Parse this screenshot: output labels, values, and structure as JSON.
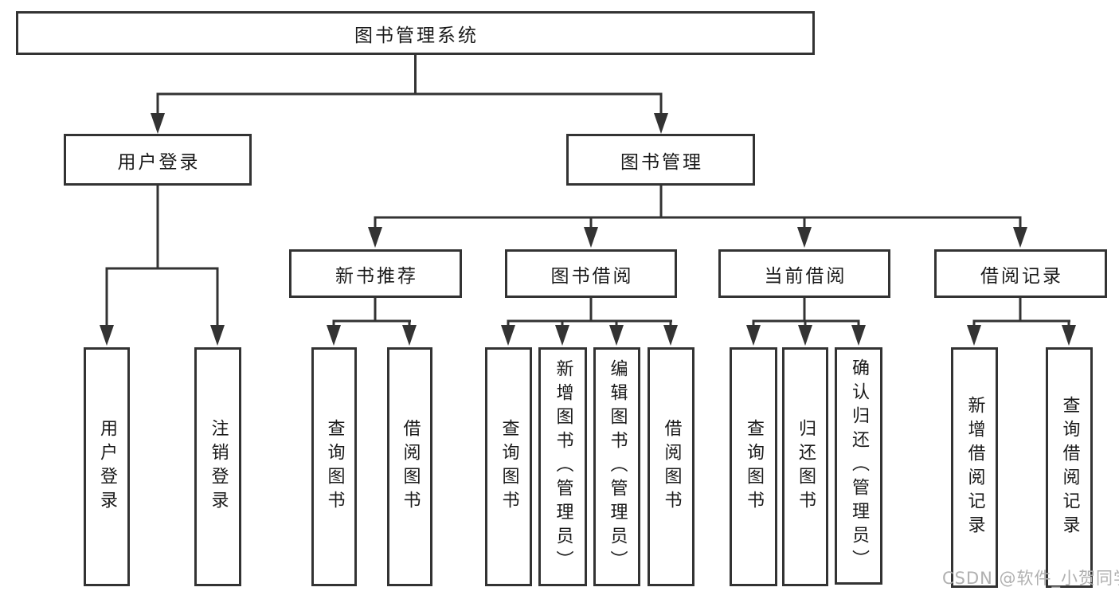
{
  "diagram": {
    "type": "hierarchy-tree",
    "tree": {
      "root": {
        "label": "图书管理系统"
      },
      "children": [
        {
          "label": "用户登录",
          "children": [
            {
              "label": "用户登录"
            },
            {
              "label": "注销登录"
            }
          ]
        },
        {
          "label": "图书管理",
          "children": [
            {
              "label": "新书推荐",
              "children": [
                {
                  "label": "查询图书"
                },
                {
                  "label": "借阅图书"
                }
              ]
            },
            {
              "label": "图书借阅",
              "children": [
                {
                  "label": "查询图书"
                },
                {
                  "label": "新增图书（管理员）"
                },
                {
                  "label": "编辑图书（管理员）"
                },
                {
                  "label": "借阅图书"
                }
              ]
            },
            {
              "label": "当前借阅",
              "children": [
                {
                  "label": "查询图书"
                },
                {
                  "label": "归还图书"
                },
                {
                  "label": "确认归还（管理员）"
                }
              ]
            },
            {
              "label": "借阅记录",
              "children": [
                {
                  "label": "新增借阅记录"
                },
                {
                  "label": "查询借阅记录"
                }
              ]
            }
          ]
        }
      ]
    }
  },
  "watermark": {
    "text": "CSDN @软件_小贺同学"
  },
  "colors": {
    "line": "#333333",
    "text": "#1a1a1a",
    "watermark": "#b0b0b0",
    "bg": "#ffffff"
  }
}
